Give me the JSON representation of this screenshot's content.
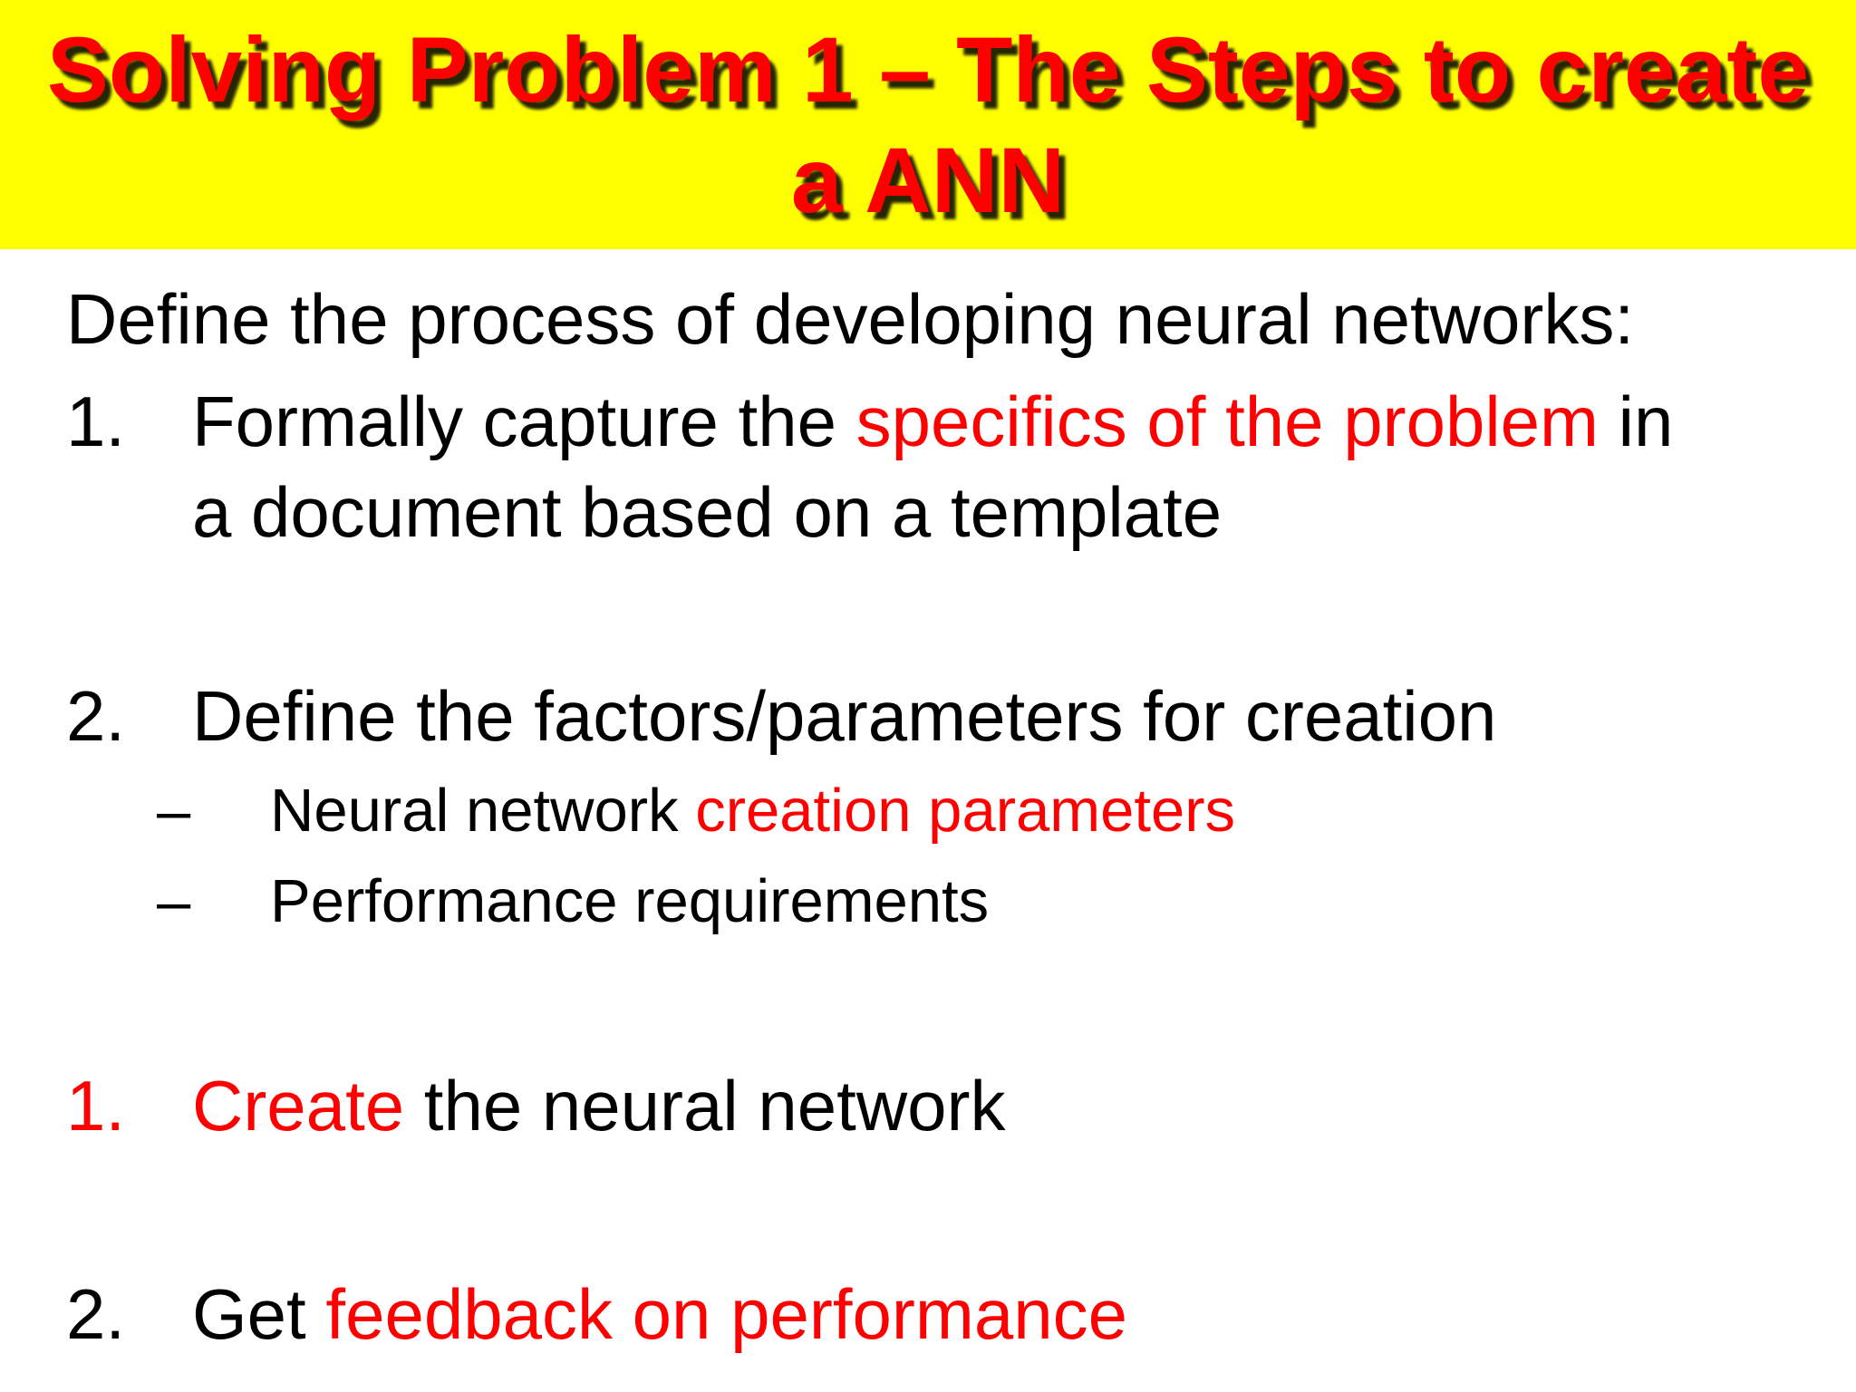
{
  "slide": {
    "background": "#FFFFFF",
    "palette": {
      "yellow": "#FFFF00",
      "red": "#FF0000",
      "black": "#000000"
    },
    "banner": {
      "title_line1": "Solving Problem 1 – The Steps to create",
      "title_line2": "a ANN"
    },
    "intro": "Define the process of developing neural networks:",
    "items": [
      {
        "marker": "1.",
        "marker_style": "black",
        "segments": [
          {
            "t": "Formally capture the ",
            "s": "black"
          },
          {
            "t": "specifics of the problem",
            "s": "red"
          },
          {
            "t": " in",
            "s": "black"
          },
          {
            "br": true
          },
          {
            "t": "a document based on a template",
            "s": "black"
          }
        ]
      },
      {
        "marker": "2.",
        "marker_style": "black",
        "segments": [
          {
            "t": "Define the factors/parameters for creation",
            "s": "black"
          }
        ]
      },
      {
        "marker": "1.",
        "marker_style": "red",
        "segments": [
          {
            "t": "Create",
            "s": "red"
          },
          {
            "t": " the neural network",
            "s": "black"
          }
        ]
      },
      {
        "marker": "2.",
        "marker_style": "black",
        "segments": [
          {
            "t": "Get ",
            "s": "black"
          },
          {
            "t": "feedback on performance",
            "s": "red"
          }
        ]
      }
    ],
    "subitems": [
      {
        "marker": "–",
        "segments": [
          {
            "t": "Neural network ",
            "s": "black"
          },
          {
            "t": "creation parameters",
            "s": "red"
          }
        ]
      },
      {
        "marker": "–",
        "segments": [
          {
            "t": "Performance requirements",
            "s": "black"
          }
        ]
      }
    ]
  }
}
